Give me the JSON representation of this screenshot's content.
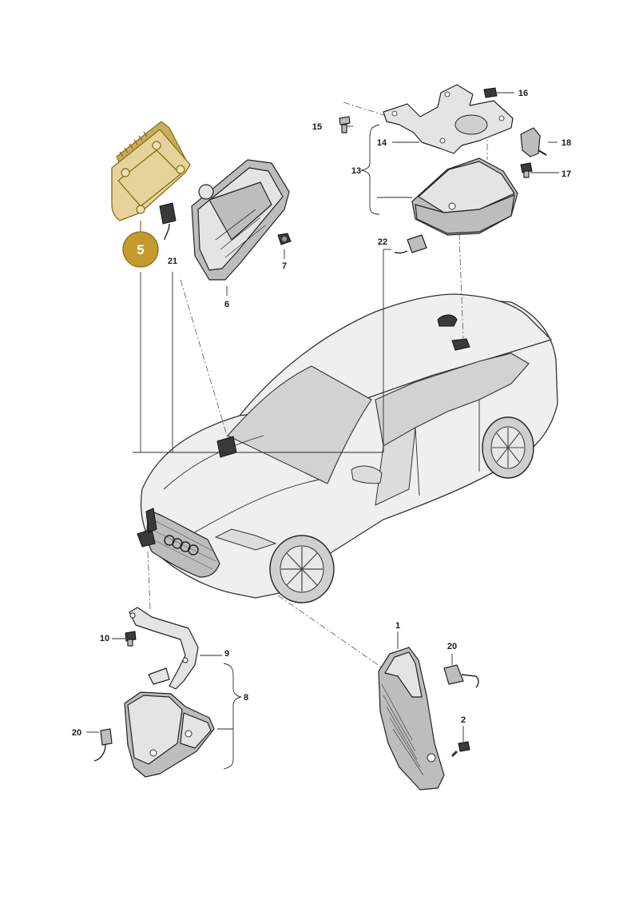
{
  "highlight_color": "#C49A2C",
  "highlighted_part": {
    "number": "5"
  },
  "callouts": [
    {
      "id": "callout-1",
      "label": "1"
    },
    {
      "id": "callout-2",
      "label": "2"
    },
    {
      "id": "callout-6",
      "label": "6"
    },
    {
      "id": "callout-7",
      "label": "7"
    },
    {
      "id": "callout-8",
      "label": "8"
    },
    {
      "id": "callout-9",
      "label": "9"
    },
    {
      "id": "callout-10",
      "label": "10"
    },
    {
      "id": "callout-13",
      "label": "13"
    },
    {
      "id": "callout-14",
      "label": "14"
    },
    {
      "id": "callout-15",
      "label": "15"
    },
    {
      "id": "callout-16",
      "label": "16"
    },
    {
      "id": "callout-17",
      "label": "17"
    },
    {
      "id": "callout-18",
      "label": "18"
    },
    {
      "id": "callout-20a",
      "label": "20"
    },
    {
      "id": "callout-20b",
      "label": "20"
    },
    {
      "id": "callout-21",
      "label": "21"
    },
    {
      "id": "callout-22",
      "label": "22"
    }
  ]
}
